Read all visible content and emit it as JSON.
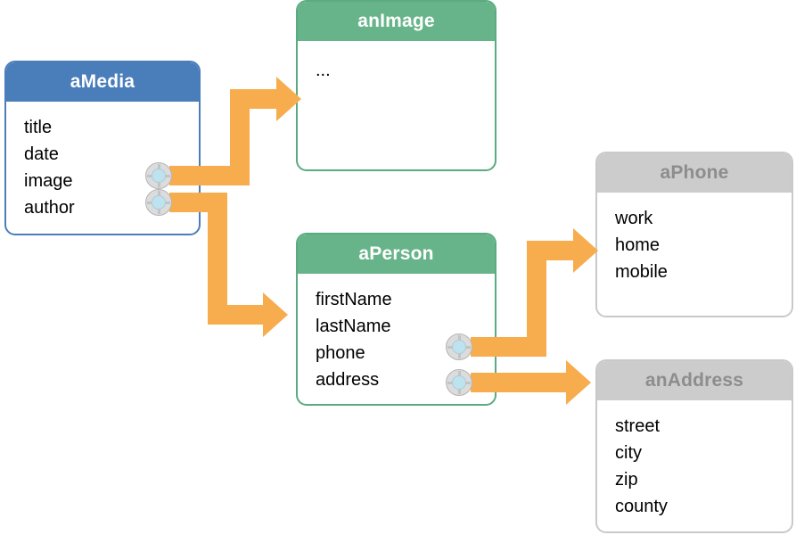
{
  "diagram": {
    "title": "object-reference-diagram",
    "colors": {
      "blue": "#4a7ebb",
      "green": "#68b48a",
      "gray": "#cccccc",
      "orange": "#f7ad4e",
      "socket_core": "#bfe3ee",
      "socket_ring": "#dcdcdc",
      "body_bg": "#ffffff",
      "text": "#000000",
      "gray_header_text": "#8d8d8d"
    },
    "boxes": [
      {
        "id": "aMedia",
        "title": "aMedia",
        "theme": "blue",
        "fields": [
          "title",
          "date",
          "image",
          "author"
        ]
      },
      {
        "id": "anImage",
        "title": "anImage",
        "theme": "green",
        "fields": [
          "..."
        ]
      },
      {
        "id": "aPerson",
        "title": "aPerson",
        "theme": "green",
        "fields": [
          "firstName",
          "lastName",
          "phone",
          "address"
        ]
      },
      {
        "id": "aPhone",
        "title": "aPhone",
        "theme": "gray",
        "fields": [
          "work",
          "home",
          "mobile"
        ]
      },
      {
        "id": "anAddress",
        "title": "anAddress",
        "theme": "gray",
        "fields": [
          "street",
          "city",
          "zip",
          "county"
        ]
      }
    ],
    "connections": [
      {
        "id": "image-to-anImage",
        "from_box": "aMedia",
        "from_field": "image",
        "to_box": "anImage",
        "route": "right-up-right"
      },
      {
        "id": "author-to-aPerson",
        "from_box": "aMedia",
        "from_field": "author",
        "to_box": "aPerson",
        "route": "right-down-right"
      },
      {
        "id": "phone-to-aPhone",
        "from_box": "aPerson",
        "from_field": "phone",
        "to_box": "aPhone",
        "route": "right-up-right"
      },
      {
        "id": "address-to-anAddress",
        "from_box": "aPerson",
        "from_field": "address",
        "to_box": "anAddress",
        "route": "right"
      }
    ],
    "sockets": [
      {
        "id": "socket-image",
        "field": "image"
      },
      {
        "id": "socket-author",
        "field": "author"
      },
      {
        "id": "socket-phone",
        "field": "phone"
      },
      {
        "id": "socket-address",
        "field": "address"
      }
    ]
  }
}
